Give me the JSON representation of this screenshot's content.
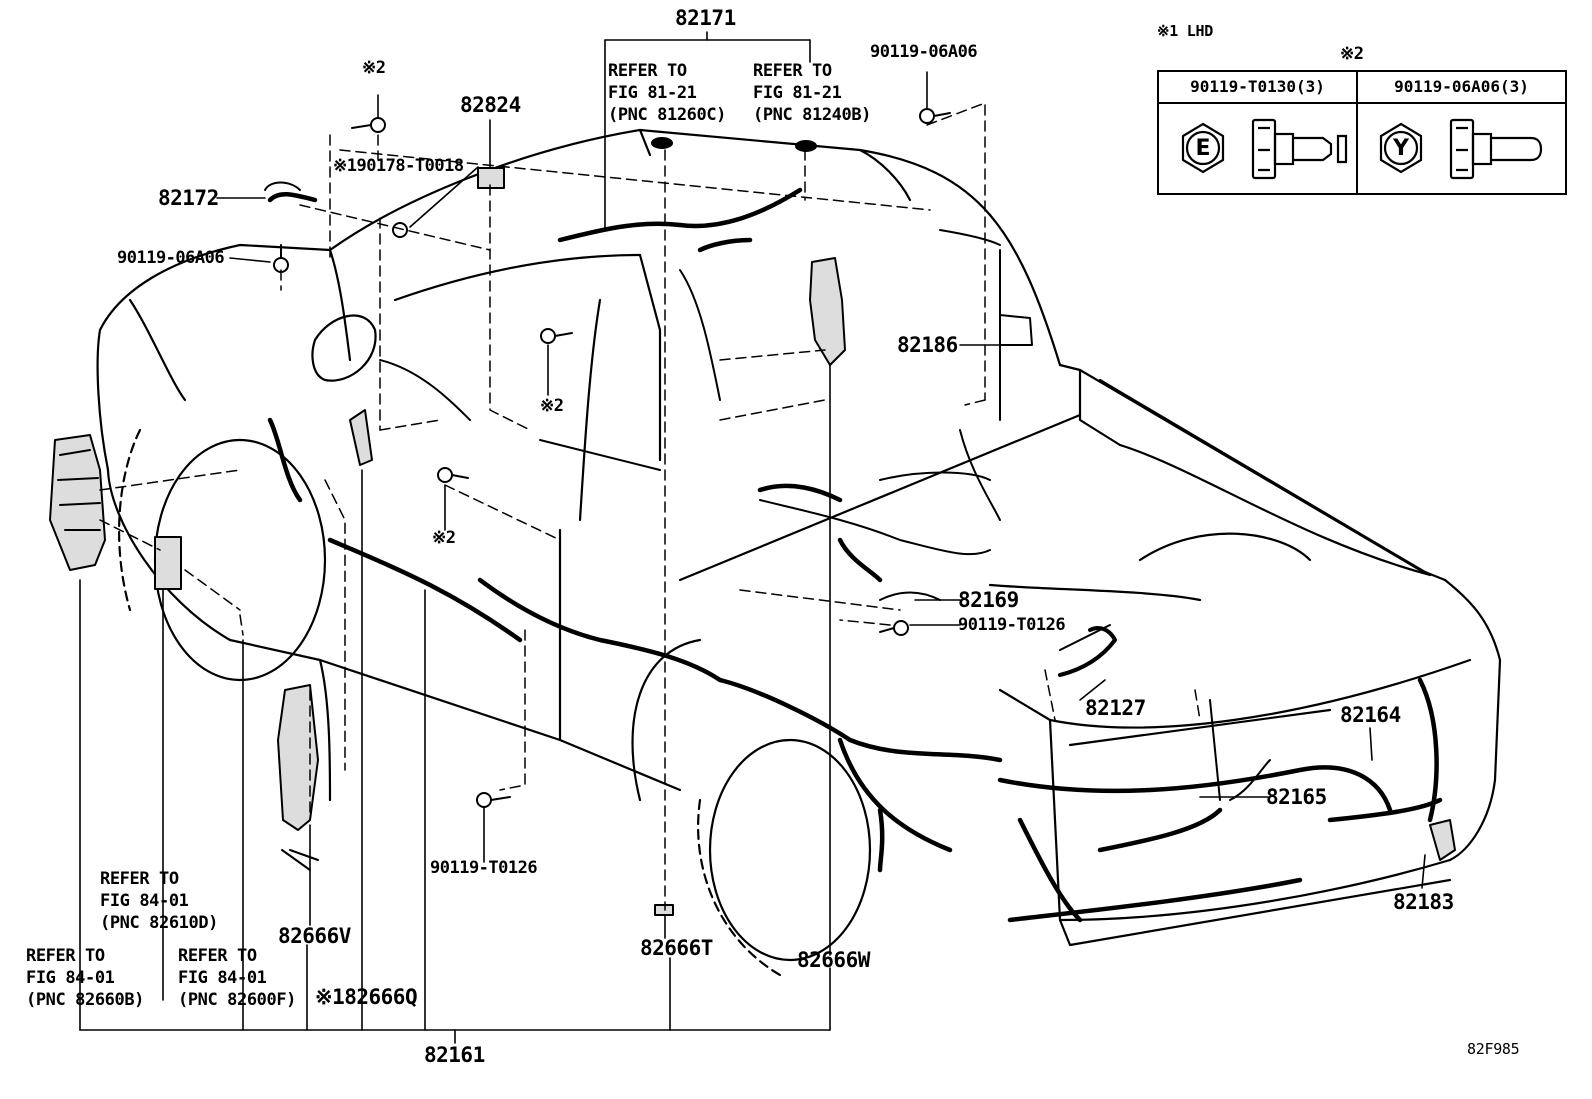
{
  "diagram": {
    "figure_code": "82F985",
    "notes": {
      "note1": "※1 LHD",
      "note2": "※2"
    },
    "legend": {
      "col1_part": "90119-T0130(3)",
      "col1_mark": "E",
      "col2_part": "90119-06A06(3)",
      "col2_mark": "Y"
    },
    "callouts": {
      "c82171": "82171",
      "c82824": "82824",
      "c82172": "82172",
      "c90119_06A06_top": "90119-06A06",
      "c90119_06A06_left": "90119-06A06",
      "c190178": "※190178-T0018",
      "c82186": "82186",
      "c82169": "82169",
      "c90119_T0126_right": "90119-T0126",
      "c82127": "82127",
      "c82164": "82164",
      "c82165": "82165",
      "c82183": "82183",
      "c90119_T0126_bottom": "90119-T0126",
      "c82666V": "82666V",
      "c82666T": "82666T",
      "c82666W": "82666W",
      "c82666Q": "※182666Q",
      "c82161": "82161",
      "mark2_top": "※2",
      "mark2_mid": "※2",
      "mark2_low": "※2"
    },
    "refs": {
      "r81260C": [
        "REFER TO",
        "FIG 81-21",
        "(PNC 81260C)"
      ],
      "r81240B": [
        "REFER TO",
        "FIG 81-21",
        "(PNC 81240B)"
      ],
      "r82610D": [
        "REFER TO",
        "FIG 84-01",
        "(PNC 82610D)"
      ],
      "r82660B": [
        "REFER TO",
        "FIG 84-01",
        "(PNC 82660B)"
      ],
      "r82600F": [
        "REFER TO",
        "FIG 84-01",
        "(PNC 82600F)"
      ]
    }
  }
}
